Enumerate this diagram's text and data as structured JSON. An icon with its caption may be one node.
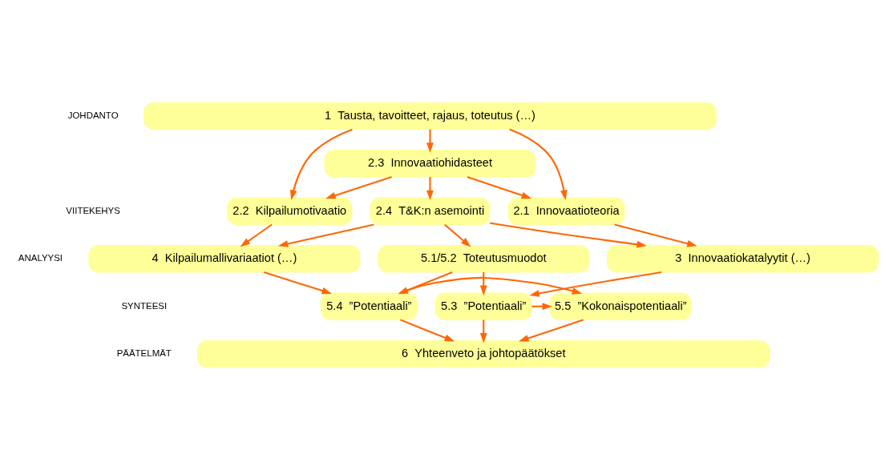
{
  "diagram": {
    "nodes": [
      {
        "text": [
          "1  Tausta, tavoitteet, rajaus, toteutus (…)"
        ]
      },
      {
        "text": [
          "2.3  Innovaatiohidasteet"
        ]
      },
      {
        "text": [
          "2.1  Innovaatioteoria"
        ]
      },
      {
        "text": [
          "2.4  T&K:n asemointi"
        ]
      },
      {
        "text": [
          "2.2  Kilpailumotivaatio"
        ]
      },
      {
        "text": [
          "3  Innovaatiokatalyytit (…)"
        ]
      },
      {
        "text": [
          "4  Kilpailumallivariaatiot (…)"
        ]
      },
      {
        "text": [
          "5.1/5.2  Toteutusmuodot"
        ]
      },
      {
        "text": [
          "5.3  ”Potentiaali”"
        ]
      },
      {
        "text": [
          "5.5  ”Kokonaispotentiaali”"
        ]
      },
      {
        "text": [
          "5.4  ”Potentiaali”"
        ]
      },
      {
        "text": [
          "6  Yhteenveto ja johtopäätökset"
        ]
      }
    ],
    "edges": [
      {
        "from": 0,
        "to": 2,
        "arrow": "to"
      },
      {
        "from": 0,
        "to": 1,
        "arrow": "to"
      },
      {
        "from": 0,
        "to": 4,
        "arrow": "to"
      },
      {
        "from": 1,
        "to": 2,
        "arrow": "to"
      },
      {
        "from": 1,
        "to": 3,
        "arrow": "to"
      },
      {
        "from": 1,
        "to": 4,
        "arrow": "to"
      },
      {
        "from": 2,
        "to": 5,
        "arrow": "to"
      },
      {
        "from": 3,
        "to": 5,
        "arrow": "to"
      },
      {
        "from": 3,
        "to": 7,
        "arrow": "to"
      },
      {
        "from": 3,
        "to": 6,
        "arrow": "to"
      },
      {
        "from": 4,
        "to": 6,
        "arrow": "to"
      },
      {
        "from": 5,
        "to": 8,
        "arrow": "to"
      },
      {
        "from": 7,
        "to": 8,
        "arrow": "to"
      },
      {
        "from": 7,
        "to": 10,
        "arrow": "to"
      },
      {
        "from": 6,
        "to": 10,
        "arrow": "to"
      },
      {
        "from": 8,
        "to": 9,
        "arrow": "to"
      },
      {
        "from": 10,
        "to": 9,
        "arrow": "to"
      },
      {
        "from": 8,
        "to": 11,
        "arrow": "to"
      },
      {
        "from": 9,
        "to": 11,
        "arrow": "to"
      },
      {
        "from": 10,
        "to": 11,
        "arrow": "to"
      }
    ],
    "labels": [
      "JOHDANTO",
      "VIITEKEHYS",
      "ANALYYSI",
      "SYNTEESI",
      "PÄÄTELMÄT"
    ]
  }
}
